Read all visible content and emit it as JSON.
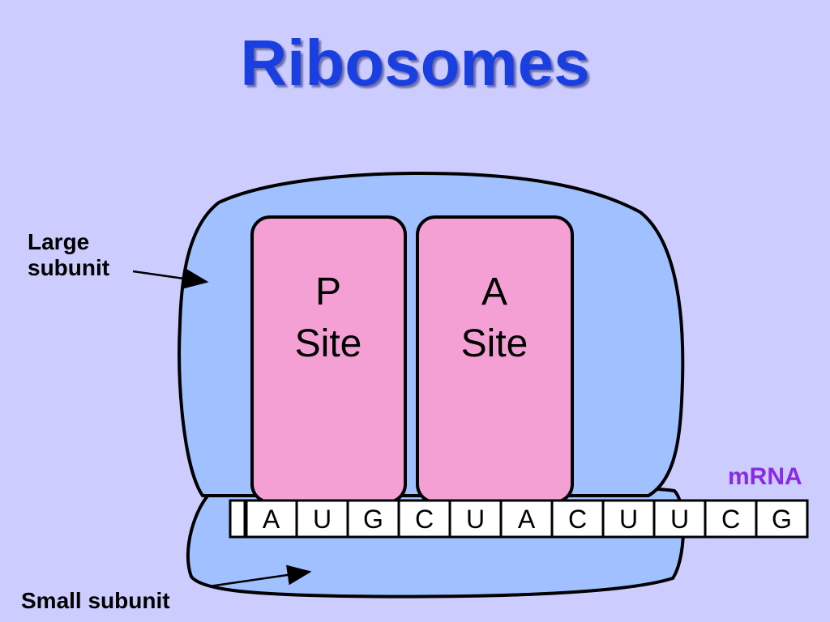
{
  "title": "Ribosomes",
  "labels": {
    "large_subunit": "Large subunit",
    "small_subunit": "Small subunit",
    "mrna": "mRNA"
  },
  "sites": [
    {
      "letter": "P",
      "word": "Site"
    },
    {
      "letter": "A",
      "word": "Site"
    }
  ],
  "mrna_bases": [
    "A",
    "U",
    "G",
    "C",
    "U",
    "A",
    "C",
    "U",
    "U",
    "C",
    "G"
  ],
  "colors": {
    "background": "#ccccff",
    "title": "#1a3fe0",
    "subunit_fill": "#a0c0ff",
    "site_fill": "#f4a0d4",
    "mrna_label": "#8a2be2",
    "mrna_fill": "#ffffff"
  }
}
